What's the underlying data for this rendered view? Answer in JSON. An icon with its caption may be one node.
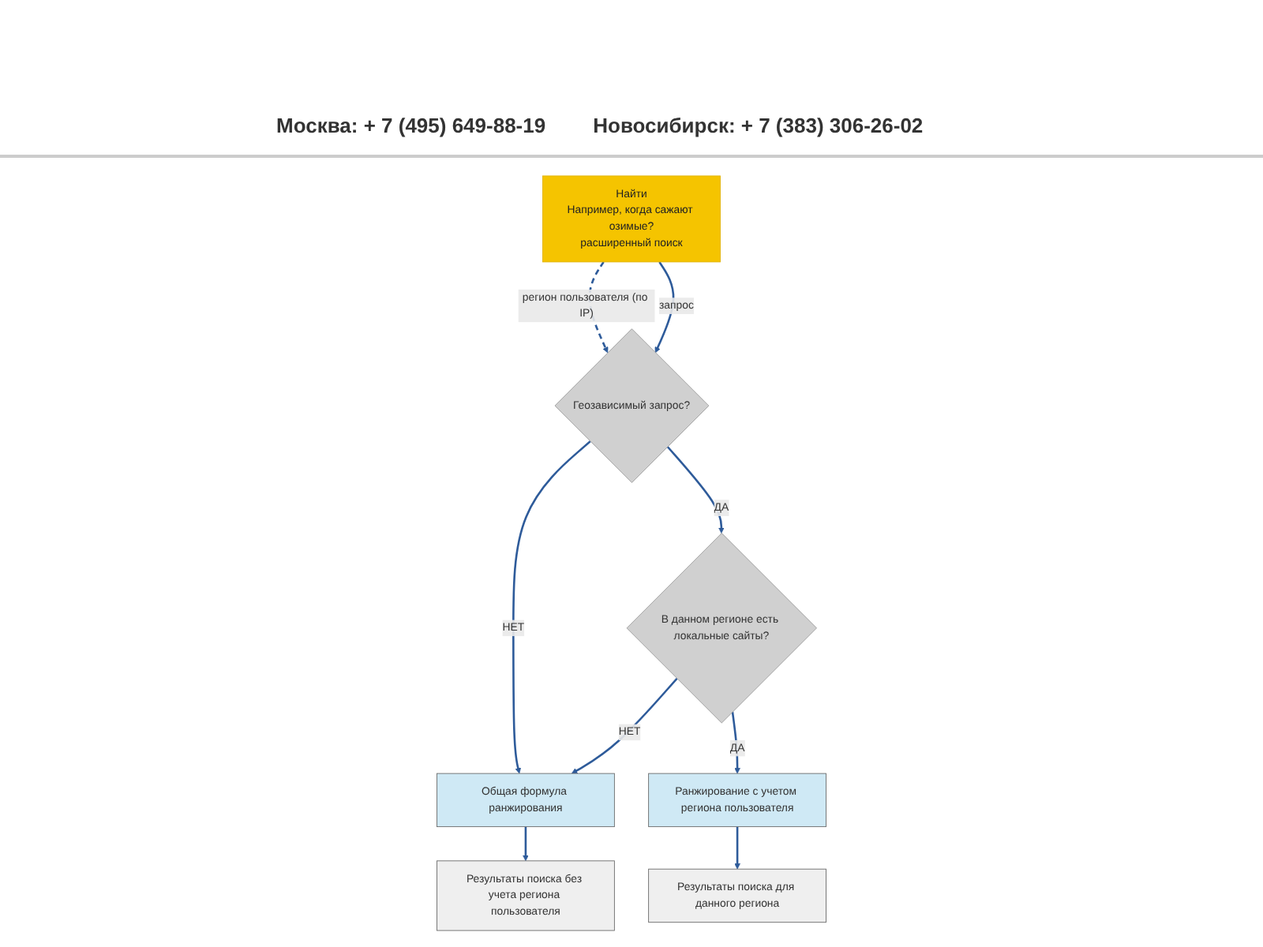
{
  "diagram": {
    "nodes": [
      {
        "text": [
          "Найти",
          "Например, когда сажают озимые?",
          "расширенный поиск"
        ]
      },
      {
        "text": [
          "Геозависимый запрос?"
        ]
      },
      {
        "text": [
          "В данном регионе есть локальные сайты?"
        ]
      },
      {
        "text": [
          "Общая формула ранжирования"
        ]
      },
      {
        "text": [
          "Ранжирование с учетом региона пользователя"
        ]
      },
      {
        "text": [
          "Результаты поиска без учета региона пользователя"
        ]
      },
      {
        "text": [
          "Результаты поиска для данного региона"
        ]
      }
    ],
    "edges": [
      {
        "from": 0,
        "to": 1,
        "arrow": "to",
        "label": "запрос"
      },
      {
        "from": 0,
        "to": 1,
        "arrow": "to",
        "label": "регион пользователя (по IP)",
        "style": "dashed"
      },
      {
        "from": 1,
        "to": 2,
        "arrow": "to",
        "label": "ДА"
      },
      {
        "from": 2,
        "to": 3,
        "arrow": "to",
        "label": "НЕТ"
      },
      {
        "from": 1,
        "to": 3,
        "arrow": "to",
        "label": "НЕТ"
      },
      {
        "from": 2,
        "to": 4,
        "arrow": "to",
        "label": "ДА"
      },
      {
        "from": 3,
        "to": 5,
        "arrow": "to"
      },
      {
        "from": 4,
        "to": 6,
        "arrow": "to"
      }
    ],
    "labels": [
      "Москва: + 7 (495) 649-88-19",
      "Новосибирск: + 7 (383) 306-26-02"
    ]
  }
}
